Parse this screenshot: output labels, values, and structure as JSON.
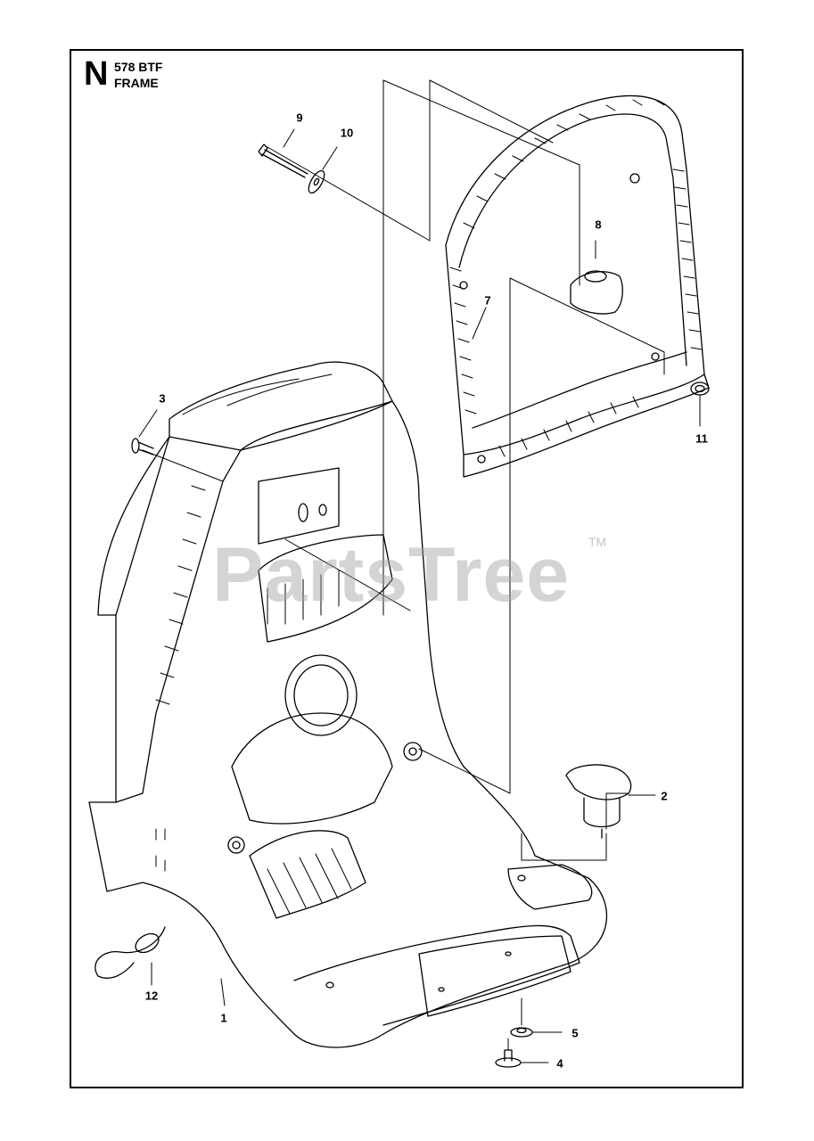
{
  "header": {
    "section_letter": "N",
    "model": "578 BTF",
    "title": "FRAME"
  },
  "watermark": {
    "text": "PartsTree",
    "tm": "TM",
    "color": "#a0a0a0"
  },
  "callouts": [
    "1",
    "2",
    "3",
    "4",
    "5",
    "7",
    "8",
    "9",
    "10",
    "11",
    "12"
  ],
  "colors": {
    "line": "#000000",
    "background": "#ffffff"
  }
}
